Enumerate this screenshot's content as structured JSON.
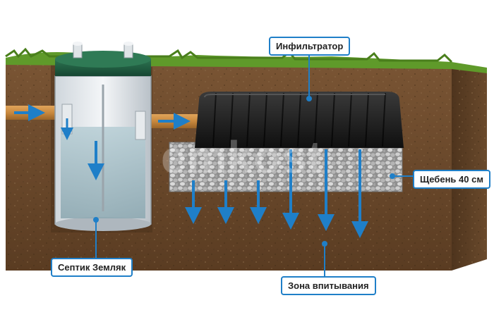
{
  "labels": {
    "infiltrator": "Инфильтратор",
    "gravel": "Щебень 40 см",
    "septic": "Септик Земляк",
    "absorption_zone": "Зона впитывания"
  },
  "watermark": "emkost",
  "colors": {
    "callout_border": "#1f7fc8",
    "arrow": "#1f7fc8",
    "soil": "#6b4a2c",
    "grass": "#5f9a2a",
    "lid": "#1e5b3f",
    "pipe": "#c9893e",
    "infiltrator": "#1a1a1a"
  },
  "icons": [
    "flow-arrow-icon"
  ]
}
